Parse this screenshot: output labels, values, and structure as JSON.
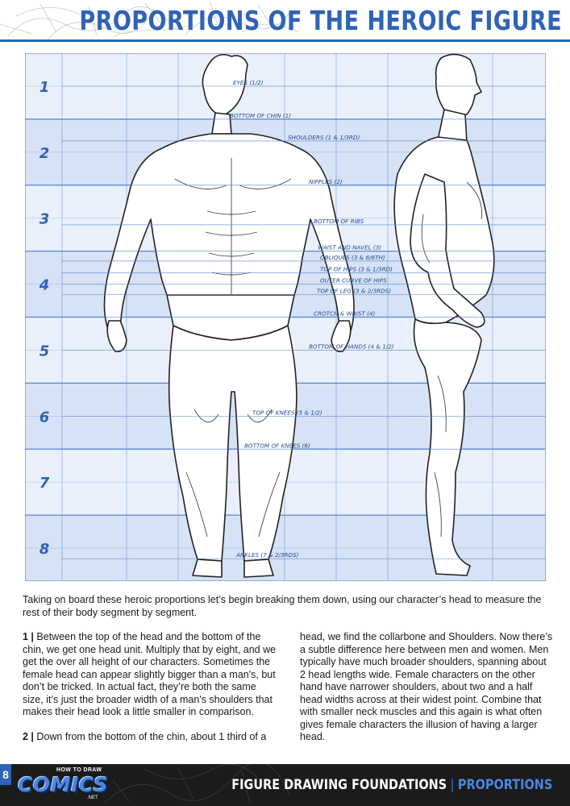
{
  "header": {
    "title": "PROPORTIONS OF THE HEROIC FIGURE"
  },
  "chart": {
    "head_units": [
      "1",
      "2",
      "3",
      "4",
      "5",
      "6",
      "7",
      "8"
    ],
    "landmarks": [
      {
        "label": "EYES (1/2)",
        "unit": 0.5
      },
      {
        "label": "BOTTOM OF CHIN (1)",
        "unit": 1.0
      },
      {
        "label": "SHOULDERS (1 & 1/3RD)",
        "unit": 1.33
      },
      {
        "label": "NIPPLES (2)",
        "unit": 2.0
      },
      {
        "label": "BOTTOM OF RIBS",
        "unit": 2.6
      },
      {
        "label": "WAIST AND NAVEL (3)",
        "unit": 3.0
      },
      {
        "label": "OBLIQUES (3 & 6/6TH)",
        "unit": 3.15
      },
      {
        "label": "TOP OF HIPS (3 & 1/3RD)",
        "unit": 3.33
      },
      {
        "label": "OUTER CURVE OF HIPS",
        "unit": 3.5
      },
      {
        "label": "TOP OF LEG (3 & 2/3RDS)",
        "unit": 3.66
      },
      {
        "label": "CROTCH & WRIST (4)",
        "unit": 4.0
      },
      {
        "label": "BOTTOM OF HANDS (4 & 1/2)",
        "unit": 4.5
      },
      {
        "label": "TOP OF KNEES (5 & 1/2)",
        "unit": 5.5
      },
      {
        "label": "BOTTOM OF KNEES (6)",
        "unit": 6.0
      },
      {
        "label": "ANKLES (7 & 2/3RDS)",
        "unit": 7.66
      }
    ]
  },
  "body": {
    "intro": "Taking on board these heroic proportions let’s begin breaking them down, using our character’s head to measure the rest of their body segment by segment.",
    "p1_num": "1 |",
    "p1_text": " Between the top of the head and the bottom of the chin, we get one head unit. Multiply that by eight, and we get the over all height of our characters.  Sometimes the female head can appear slightly bigger than a man's, but don’t be tricked. In actual fact, they’re both the same size, it’s just the broader width of a man's shoulders that makes their head look a little smaller in comparison.",
    "p2_num": "2 |",
    "p2_text": " Down from the bottom of the chin, about 1 third of a",
    "p3_text": "head, we find the collarbone and Shoulders. Now there’s a subtle difference here between men and women. Men typically have much broader shoulders, spanning about 2 head lengths wide. Female characters on the other hand have narrower shoulders, about two and a half head widths across at their widest point. Combine that with smaller neck muscles and this again is what often gives female characters the illusion of having a larger head."
  },
  "footer": {
    "page_number": "8",
    "logo_small": "HOW TO DRAW",
    "logo_main": "COMICS",
    "logo_net": ".NET",
    "section": "FIGURE DRAWING FOUNDATIONS",
    "separator": "|",
    "subsection": "PROPORTIONS"
  },
  "colors": {
    "accent": "#2f63b6",
    "grid_fill_light": "#e9f0fb",
    "grid_fill_dark": "#d6e2f5",
    "grid_line": "#5b88cf",
    "footer_bg": "#1b1b1b"
  }
}
